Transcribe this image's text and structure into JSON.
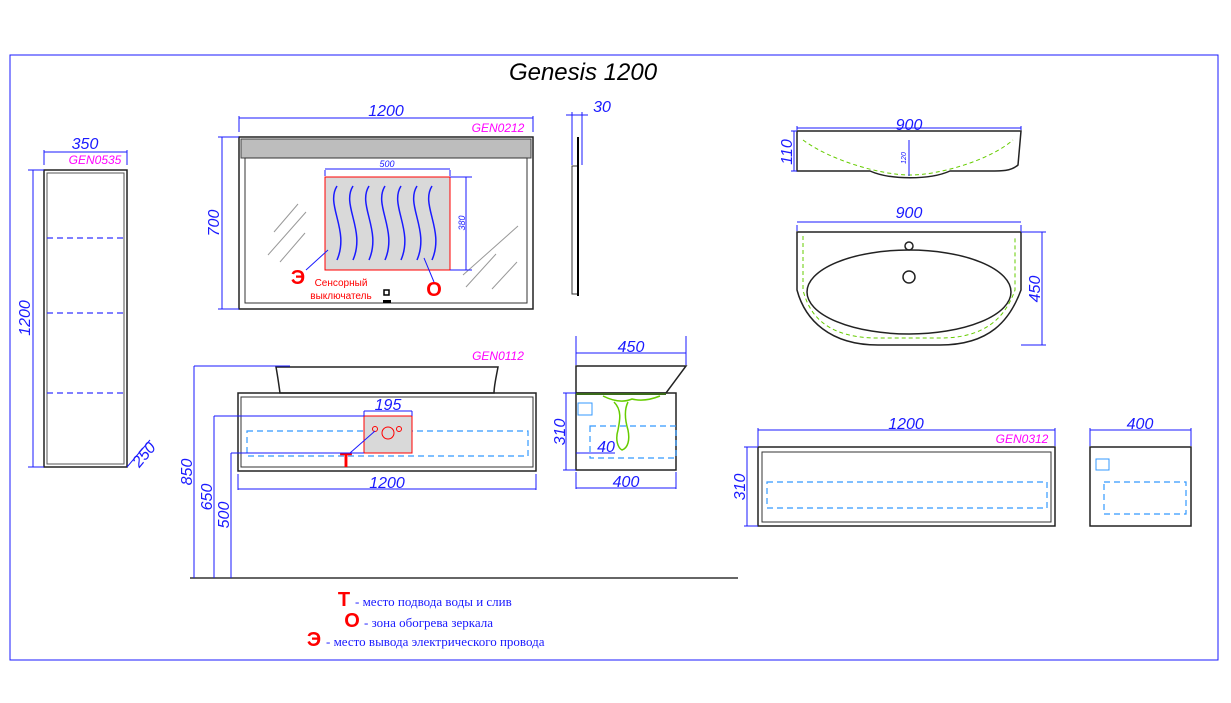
{
  "title": "Genesis 1200",
  "tall_cabinet": {
    "code": "GEN0535",
    "width": "350",
    "height": "1200",
    "depth": "250"
  },
  "mirror": {
    "code": "GEN0212",
    "width": "1200",
    "height": "700",
    "depth": "30",
    "heat_zone_width": "500",
    "heat_zone_height": "380",
    "marker_e": "Э",
    "marker_o": "О",
    "switch_label_1": "Сенсорный",
    "switch_label_2": "выключатель"
  },
  "sink": {
    "side_width": "900",
    "side_height": "110",
    "bowl_depth": "120",
    "top_width": "900",
    "top_depth": "450"
  },
  "vanity": {
    "code": "GEN0112",
    "width": "1200",
    "cutout_width": "195",
    "marker_t": "Т",
    "height_850": "850",
    "height_650": "650",
    "height_500": "500",
    "side_depth_top": "450",
    "side_height": "310",
    "side_offset": "40",
    "side_depth": "400"
  },
  "lower_cabinet": {
    "code": "GEN0312",
    "width": "1200",
    "height": "310",
    "depth": "400"
  },
  "legend": [
    {
      "marker": "Т",
      "text": "- место подвода воды и слив"
    },
    {
      "marker": "О",
      "text": "-  зона обогрева зеркала"
    },
    {
      "marker": "Э",
      "text": "-  место вывода электрического провода"
    }
  ],
  "colors": {
    "dimension": "#1a1aff",
    "code": "#ff00ff",
    "marker": "#ff0000",
    "hidden": "#3399ff",
    "pipe": "#66cc00"
  }
}
